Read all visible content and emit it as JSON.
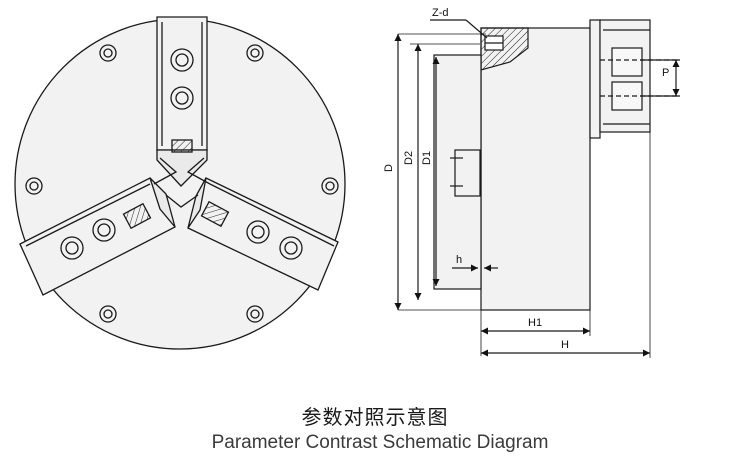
{
  "labels": {
    "z_d": "Z-d",
    "d": "D",
    "d2": "D2",
    "d1": "D1",
    "p": "P",
    "h_small": "h",
    "h1": "H1",
    "h_total": "H"
  },
  "caption": {
    "chinese": "参数对照示意图",
    "english": "Parameter Contrast Schematic Diagram"
  },
  "colors": {
    "stroke": "#1a1a1a",
    "fill": "#f2f2f2",
    "background": "#ffffff"
  }
}
